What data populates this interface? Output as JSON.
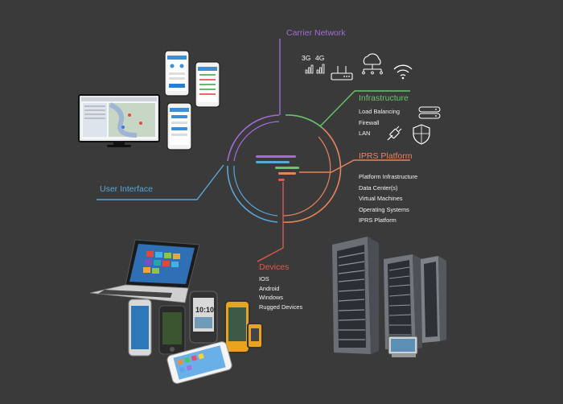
{
  "colors": {
    "background": "#3a3a3a",
    "carrier_network": "#a56bd8",
    "infrastructure": "#69c46d",
    "iprs_platform": "#e8845a",
    "user_interface": "#5aa6d8",
    "devices": "#e2574c"
  },
  "carrier_network": {
    "title": "Carrier Network",
    "signal_3g": "3G",
    "signal_4g": "4G",
    "icons": [
      "signal-bars-icon",
      "router-icon",
      "cloud-icon",
      "wifi-icon"
    ]
  },
  "infrastructure": {
    "title": "Infrastructure",
    "items": [
      "Load Balancing",
      "Firewall",
      "LAN"
    ],
    "icons": [
      "server-icon",
      "network-cable-icon",
      "shield-icon"
    ]
  },
  "iprs_platform": {
    "title": "IPRS Platform",
    "items": [
      "Platform Infrastructure",
      "Data Center(s)",
      "Virtual Machines",
      "Operating Systems",
      "IPRS Platform"
    ]
  },
  "user_interface": {
    "title": "User Interface"
  },
  "devices": {
    "title": "Devices",
    "items": [
      "IOS",
      "Android",
      "Windows",
      "Rugged Devices"
    ],
    "phone_clock": "10:10"
  }
}
